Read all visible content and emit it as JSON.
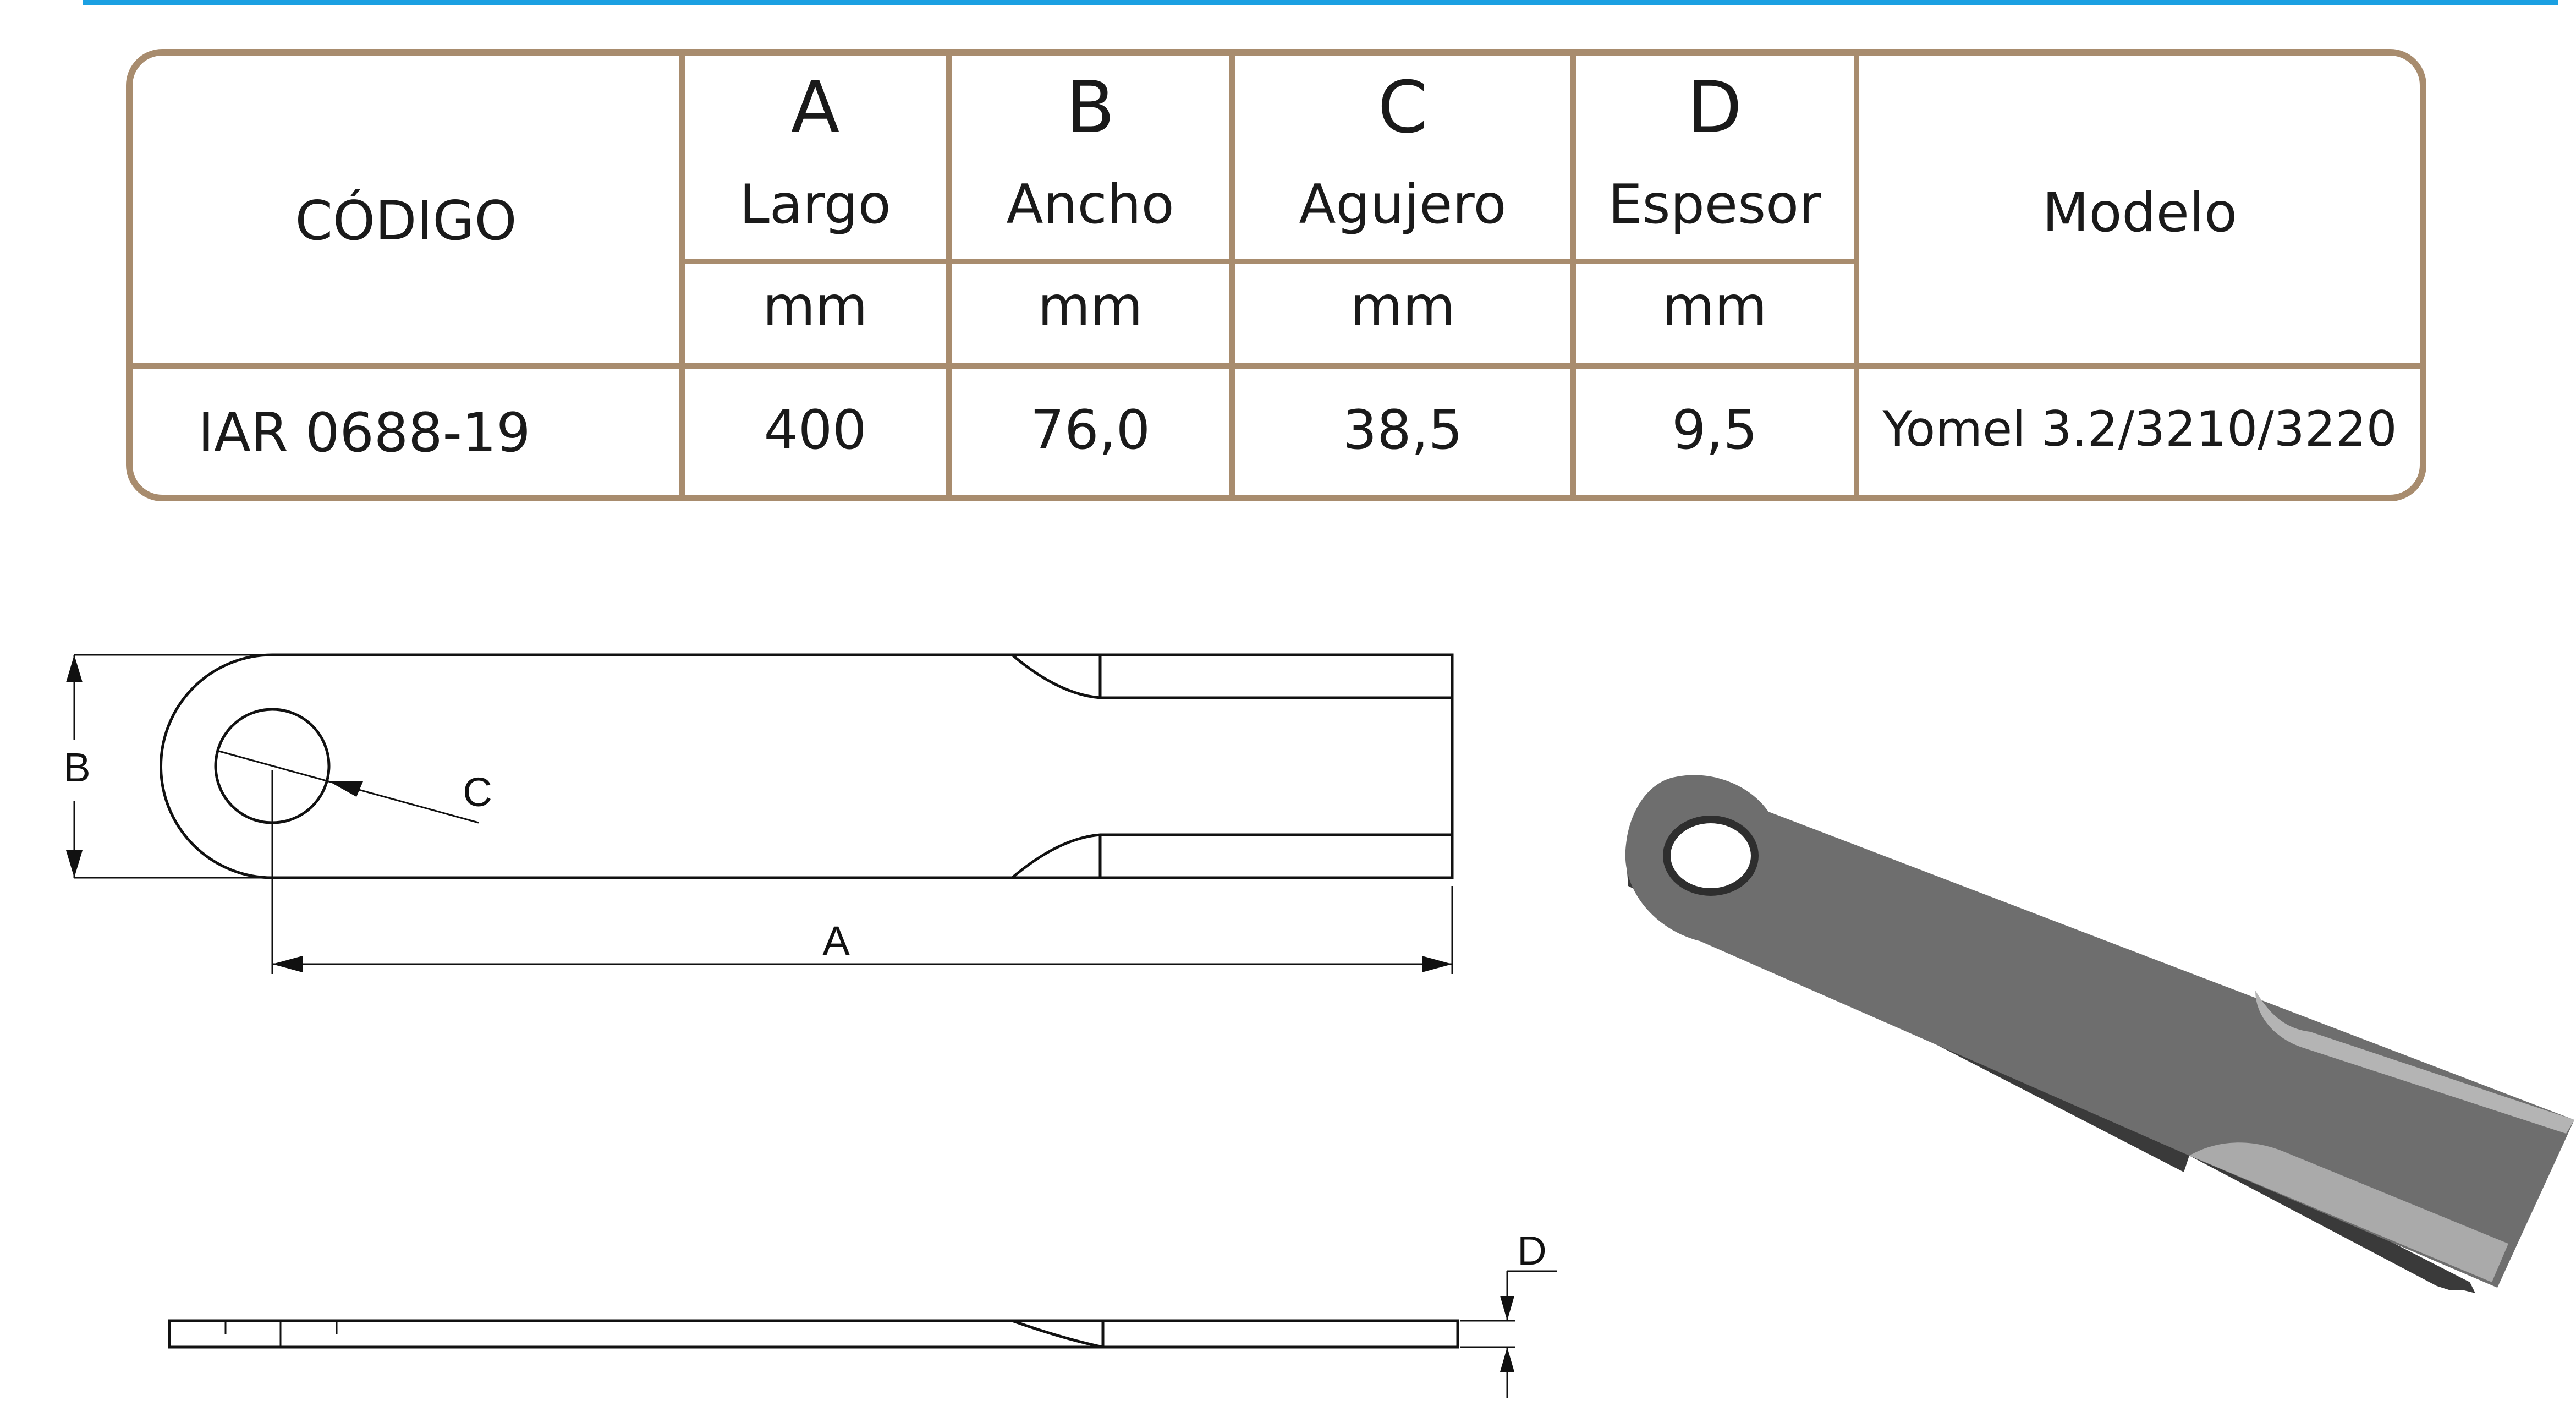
{
  "table": {
    "code_header": "CÓDIGO",
    "columns": [
      {
        "letter": "A",
        "name": "Largo",
        "unit": "mm"
      },
      {
        "letter": "B",
        "name": "Ancho",
        "unit": "mm"
      },
      {
        "letter": "C",
        "name": "Agujero",
        "unit": "mm"
      },
      {
        "letter": "D",
        "name": "Espesor",
        "unit": "mm"
      }
    ],
    "model_header": "Modelo",
    "row": {
      "code": "IAR 0688-19",
      "values": [
        "400",
        "76,0",
        "38,5",
        "9,5"
      ],
      "model": "Yomel 3.2/3210/3220"
    }
  },
  "drawing": {
    "labels": {
      "a": "A",
      "b": "B",
      "c": "C",
      "d": "D"
    }
  },
  "colors": {
    "accent_rule": "#1ba0e2",
    "table_border": "#a88c6e",
    "blade_body": "#6e6e6e",
    "blade_edge": "#3a3a3a",
    "blade_bevel": "#b4b4b4"
  }
}
